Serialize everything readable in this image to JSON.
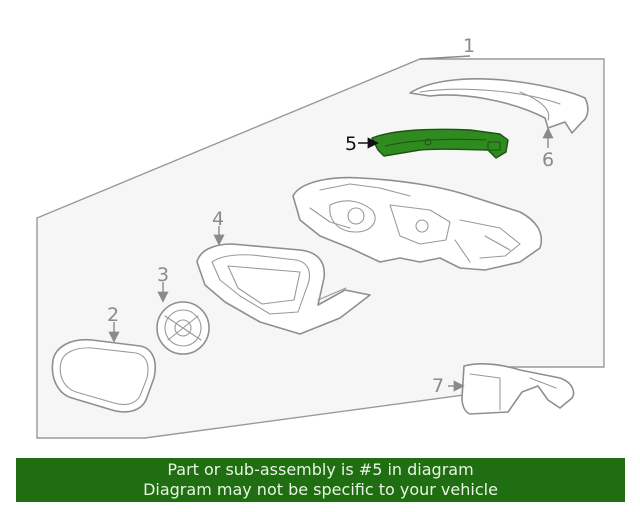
{
  "callouts": {
    "c1": "1",
    "c2": "2",
    "c3": "3",
    "c4": "4",
    "c5": "5",
    "c6": "6",
    "c7": "7"
  },
  "highlighted_part": "5",
  "highlight_color": "#2f8a1f",
  "banner": {
    "line1": "Part or sub-assembly is #5 in diagram",
    "line2": "Diagram may not be specific to your vehicle",
    "background": "#1f6e12"
  }
}
